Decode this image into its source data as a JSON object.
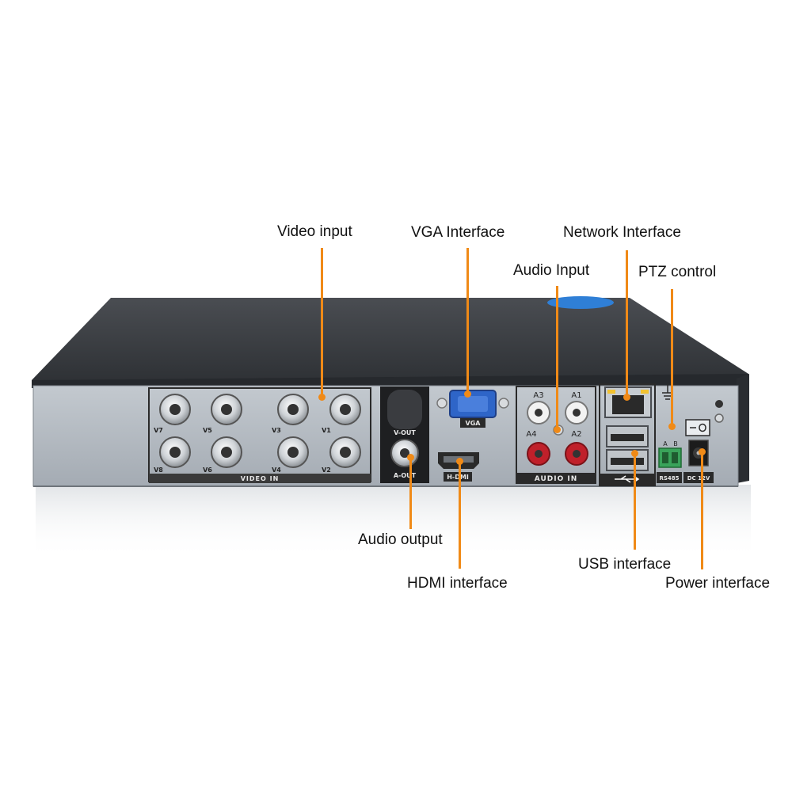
{
  "colors": {
    "callout_line": "#f08a17",
    "chassis_top": "#3a3d42",
    "back_panel": "#aeb5bd",
    "connector_label": "#222222"
  },
  "callouts": {
    "video_input": "Video input",
    "vga_interface": "VGA Interface",
    "network_interface": "Network Interface",
    "audio_input": "Audio Input",
    "ptz_control": "PTZ control",
    "audio_output": "Audio output",
    "hdmi_interface": "HDMI interface",
    "usb_interface": "USB interface",
    "power_interface": "Power interface"
  },
  "panel_labels": {
    "video_in": "VIDEO IN",
    "channels": [
      "V7",
      "V5",
      "V3",
      "V1",
      "V8",
      "V6",
      "V4",
      "V2"
    ],
    "v_out": "V-OUT",
    "a_out": "A-OUT",
    "vga": "VGA",
    "hdmi": "H-DMI",
    "audio_in": "AUDIO IN",
    "audio_channels": [
      "A3",
      "A1",
      "A4",
      "A2"
    ],
    "rs485": "RS485",
    "rs485_pins": [
      "A",
      "B"
    ],
    "dc": "DC 12V"
  }
}
